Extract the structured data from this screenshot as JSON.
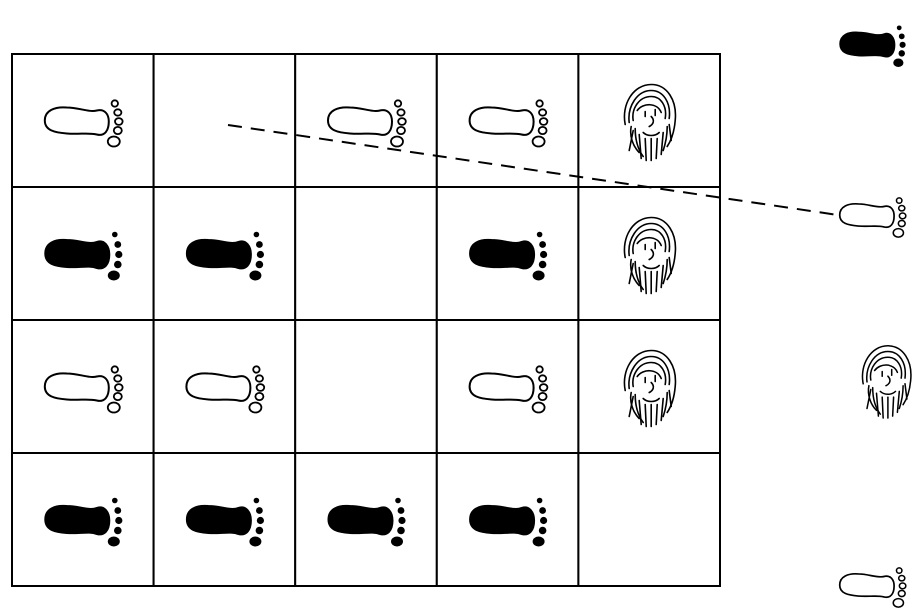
{
  "board": {
    "rows": 4,
    "cols": 5,
    "cells": [
      [
        "white-footprint",
        "empty",
        "white-footprint",
        "white-footprint",
        "bearded-face"
      ],
      [
        "black-footprint",
        "black-footprint",
        "empty",
        "black-footprint",
        "bearded-face"
      ],
      [
        "white-footprint",
        "white-footprint",
        "empty",
        "white-footprint",
        "bearded-face"
      ],
      [
        "black-footprint",
        "black-footprint",
        "black-footprint",
        "black-footprint",
        "empty"
      ]
    ]
  },
  "options": [
    {
      "id": "a",
      "piece": "black-footprint"
    },
    {
      "id": "b",
      "piece": "white-footprint"
    },
    {
      "id": "c",
      "piece": "bearded-face"
    },
    {
      "id": "d",
      "piece": "white-footprint"
    }
  ],
  "colors": {
    "ink": "#000000",
    "background": "#ffffff"
  }
}
